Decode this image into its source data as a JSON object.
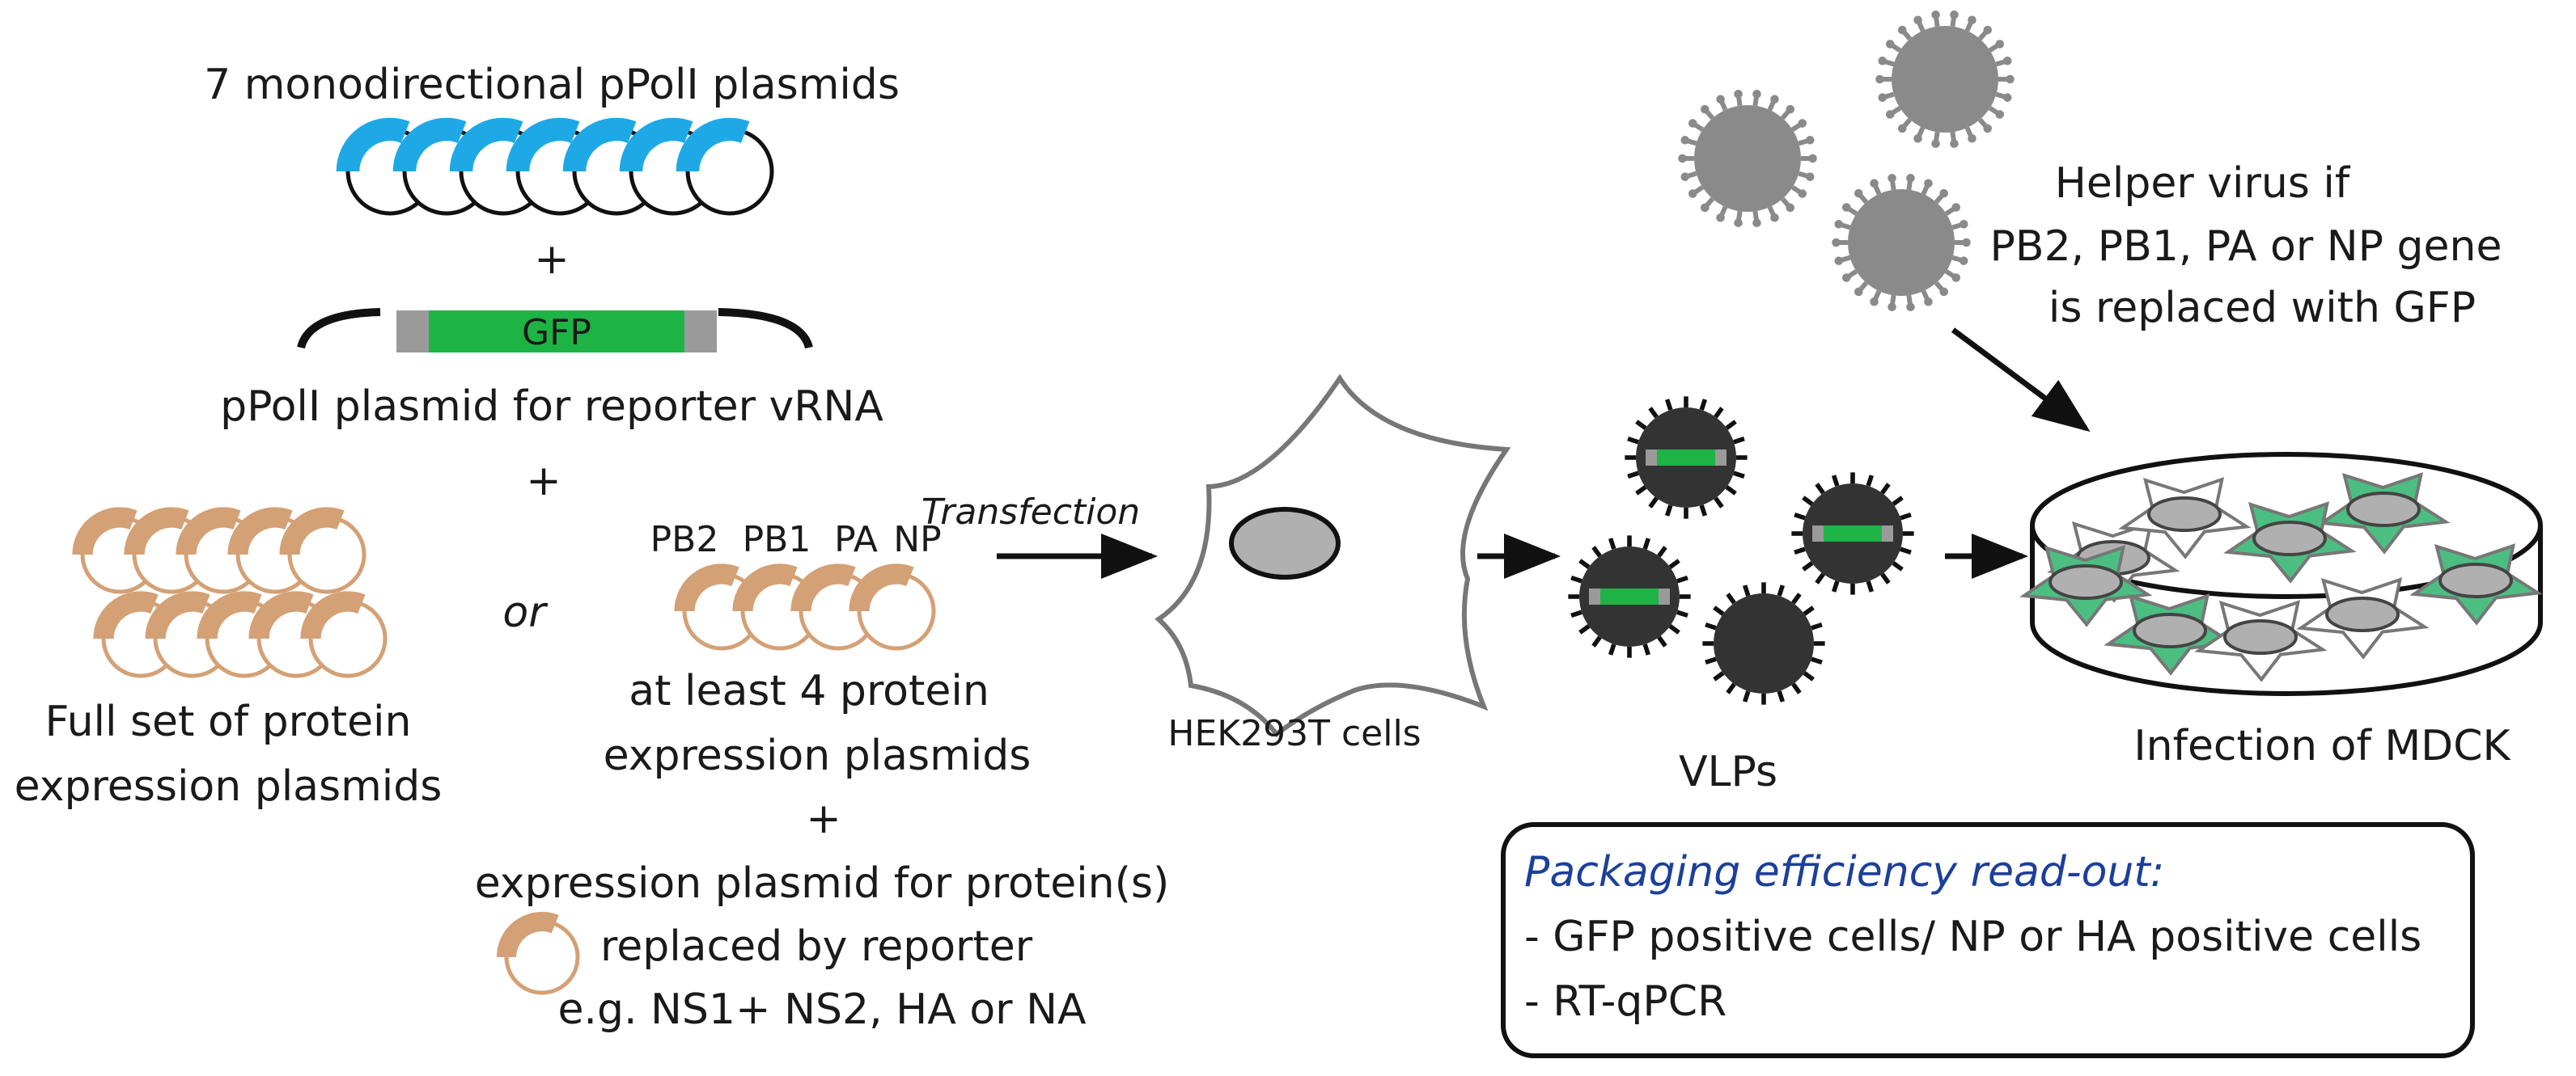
{
  "plasmid_set_top": {
    "title": "7 monodirectional pPolI plasmids",
    "plus_1": "+",
    "reporter_gene_label": "GFP",
    "reporter_caption": "pPolI plasmid for reporter vRNA",
    "plus_2": "+"
  },
  "protein_options": {
    "full_set_line1": "Full set of protein",
    "full_set_line2": "expression plasmids",
    "or": "or",
    "gene_labels": [
      "PB2",
      "PB1",
      "PA",
      "NP"
    ],
    "min_set_line1": "at least 4 protein",
    "min_set_line2": "expression plasmids",
    "plus_3": "+",
    "replaced_line1": "expression plasmid for protein(s)",
    "replaced_line2": "replaced by reporter",
    "replaced_line3": "e.g. NS1+ NS2, HA or NA"
  },
  "transfection": {
    "label": "Transfection",
    "cell_caption": "HEK293T cells"
  },
  "vlps": {
    "caption": "VLPs"
  },
  "infection": {
    "helper_line1": "Helper virus if",
    "helper_line2": "PB2, PB1, PA or NP gene",
    "helper_line3": "is replaced with GFP",
    "caption": "Infection of MDCK"
  },
  "readout": {
    "title": "Packaging efficiency read-out:",
    "items": [
      "- GFP positive cells/ NP or HA positive cells",
      "- RT-qPCR"
    ]
  },
  "colors": {
    "cyan_segment": "#1ea9e6",
    "tan_segment": "#d4a075",
    "gfp_green": "#1db445",
    "cell_green": "#4cbe82",
    "virion_dark": "#333333",
    "helper_gray": "#8a8a8a",
    "readout_title": "#1c3f9a"
  }
}
